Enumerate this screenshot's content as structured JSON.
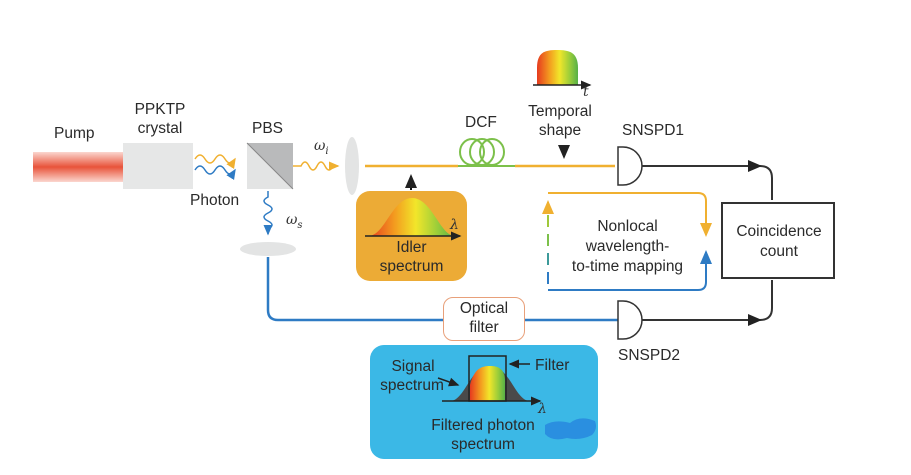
{
  "labels": {
    "pump": "Pump",
    "ppktp_line1": "PPKTP",
    "ppktp_line2": "crystal",
    "pbs": "PBS",
    "photon": "Photon",
    "omega_i": "ω",
    "omega_i_sub": "i",
    "omega_s": "ω",
    "omega_s_sub": "s",
    "dcf": "DCF",
    "snspd1": "SNSPD1",
    "snspd2": "SNSPD2",
    "coincidence_line1": "Coincidence",
    "coincidence_line2": "count",
    "nonlocal_line1": "Nonlocal",
    "nonlocal_line2": "wavelength-",
    "nonlocal_line3": "to-time mapping",
    "optical_filter_line1": "Optical",
    "optical_filter_line2": "filter"
  },
  "idler_box": {
    "line1": "Idler",
    "line2": "spectrum",
    "axis": "λ"
  },
  "temporal_box": {
    "line1": "Temporal",
    "line2": "shape",
    "axis": "t"
  },
  "filter_box": {
    "signal_line1": "Signal",
    "signal_line2": "spectrum",
    "filter": "Filter",
    "axis": "λ",
    "filtered_line1": "Filtered photon",
    "filtered_line2": "spectrum"
  },
  "colors": {
    "idler": "#f5b731",
    "signal": "#2e7bc4",
    "fiber_coil": "#7cc04a",
    "pump": "#e8533a",
    "orange_box": "#ecab36",
    "blue_box": "#3bb8e6",
    "filter_border": "#e8a07a"
  }
}
